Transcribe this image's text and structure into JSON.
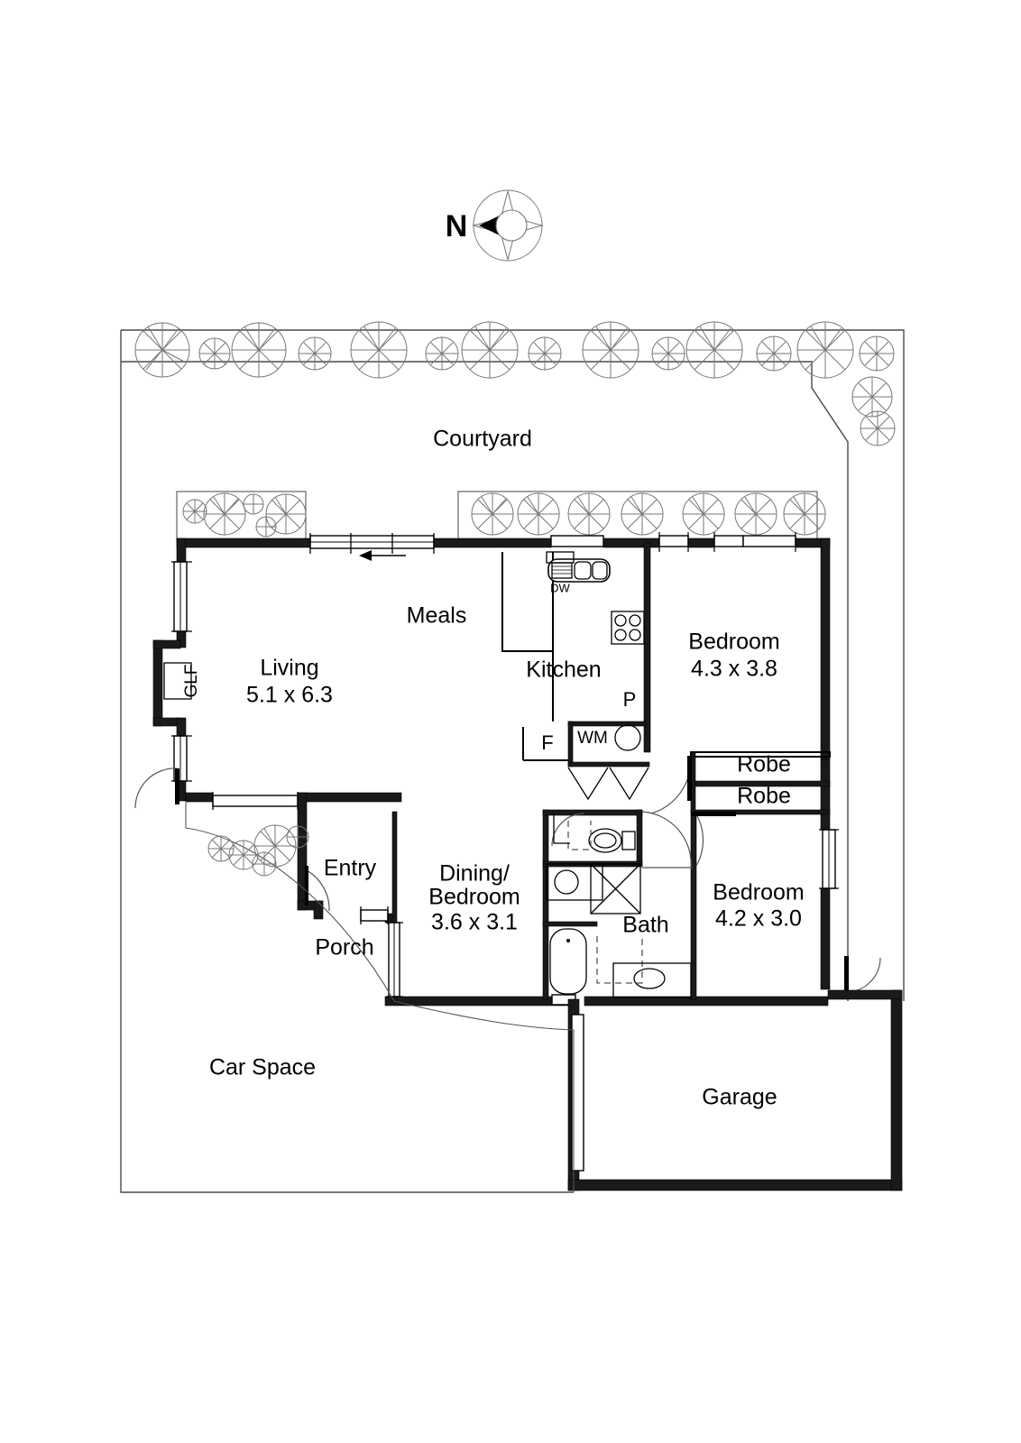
{
  "document": {
    "type": "real-estate-floor-plan",
    "orientation_marker": {
      "letter": "N",
      "icon": "compass-rose-icon",
      "arrow_direction": "west"
    }
  },
  "rooms": [
    {
      "id": "courtyard",
      "name": "Courtyard",
      "dimensions": ""
    },
    {
      "id": "living",
      "name": "Living",
      "dimensions": "5.1 x 6.3"
    },
    {
      "id": "meals",
      "name": "Meals",
      "dimensions": ""
    },
    {
      "id": "kitchen",
      "name": "Kitchen",
      "dimensions": ""
    },
    {
      "id": "bedroom-1",
      "name": "Bedroom",
      "dimensions": "4.3 x 3.8"
    },
    {
      "id": "bedroom-2",
      "name": "Bedroom",
      "dimensions": "4.2 x 3.0"
    },
    {
      "id": "dining-bedroom",
      "name_line1": "Dining/",
      "name_line2": "Bedroom",
      "dimensions": "3.6 x 3.1"
    },
    {
      "id": "bath",
      "name": "Bath",
      "dimensions": ""
    },
    {
      "id": "entry",
      "name": "Entry",
      "dimensions": ""
    },
    {
      "id": "porch",
      "name": "Porch",
      "dimensions": ""
    },
    {
      "id": "garage",
      "name": "Garage",
      "dimensions": ""
    },
    {
      "id": "car-space",
      "name": "Car Space",
      "dimensions": ""
    }
  ],
  "labels": {
    "courtyard": "Courtyard",
    "living_name": "Living",
    "living_dim": "5.1 x 6.3",
    "meals": "Meals",
    "kitchen": "Kitchen",
    "bedroom1_name": "Bedroom",
    "bedroom1_dim": "4.3 x 3.8",
    "bedroom2_name": "Bedroom",
    "bedroom2_dim": "4.2 x 3.0",
    "dining_name_1": "Dining/",
    "dining_name_2": "Bedroom",
    "dining_dim": "3.6 x 3.1",
    "bath": "Bath",
    "entry": "Entry",
    "porch": "Porch",
    "garage": "Garage",
    "car_space": "Car Space",
    "robe_upper": "Robe",
    "robe_lower": "Robe",
    "north": "N"
  },
  "fixtures": {
    "glf": "GLF",
    "dishwasher": "DW",
    "pantry": "P",
    "washing_machine": "WM",
    "fridge": "F"
  },
  "colors": {
    "wall_fill": "#1a1a1a",
    "line": "#000000",
    "site_boundary": "#4a4a4a",
    "vegetation": "#777777",
    "background": "#ffffff"
  }
}
